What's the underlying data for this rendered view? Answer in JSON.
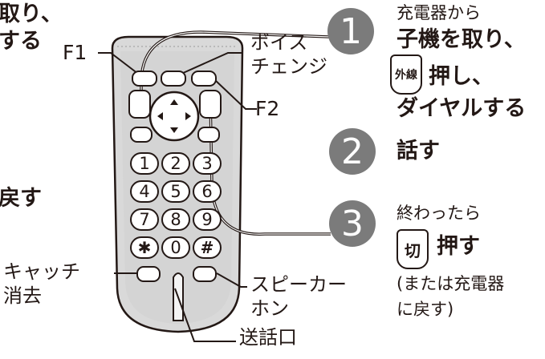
{
  "left_cut": {
    "line1": "取り、",
    "line2": "する",
    "line3": "戻す"
  },
  "labels": {
    "f1": "F1",
    "f2": "F2",
    "voice_change_1": "ボイス",
    "voice_change_2": "チェンジ",
    "catch_1": "キャッチ",
    "catch_2": "消去",
    "speaker_1": "スピーカー",
    "speaker_2": "ホン",
    "mouthpiece": "送話口"
  },
  "keypad": [
    "1",
    "2",
    "3",
    "4",
    "5",
    "6",
    "7",
    "8",
    "9",
    "✱",
    "0",
    "#"
  ],
  "steps": [
    {
      "num": "1",
      "line1": "充電器から",
      "line2": "子機を取り、",
      "key_label": "外線",
      "line3": "押し、",
      "line4": "ダイヤルする"
    },
    {
      "num": "2",
      "line1": "話す"
    },
    {
      "num": "3",
      "line1": "終わったら",
      "key_label": "切",
      "line2": "押す",
      "line3": "(または充電器",
      "line4": "に戻す)"
    }
  ],
  "colors": {
    "circle": "#7b7b7b",
    "phone_body": "#d9d9d9",
    "ink": "#231815"
  }
}
